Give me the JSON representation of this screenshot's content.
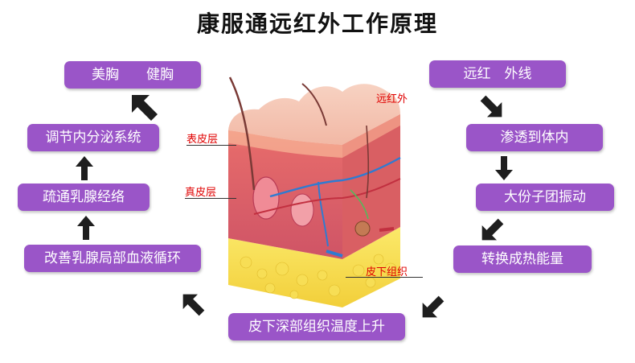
{
  "title": "康服通远红外工作原理",
  "left_steps": [
    "美胸　　健胸",
    "调节内分泌系统",
    "疏通乳腺经络",
    "改善乳腺局部血液循环"
  ],
  "right_steps": [
    "远红　外线",
    "渗透到体内",
    "大份子团振动",
    "转换成热能量"
  ],
  "bottom_step": "皮下深部组织温度上升",
  "labels": {
    "far_infrared": "远红外",
    "epidermis": "表皮层",
    "dermis": "真皮层",
    "subcutaneous": "皮下组织"
  },
  "colors": {
    "box": "#9a55c8",
    "box_text": "#ffffff",
    "label": "#e00000",
    "arrow": "#1e1e1e"
  }
}
